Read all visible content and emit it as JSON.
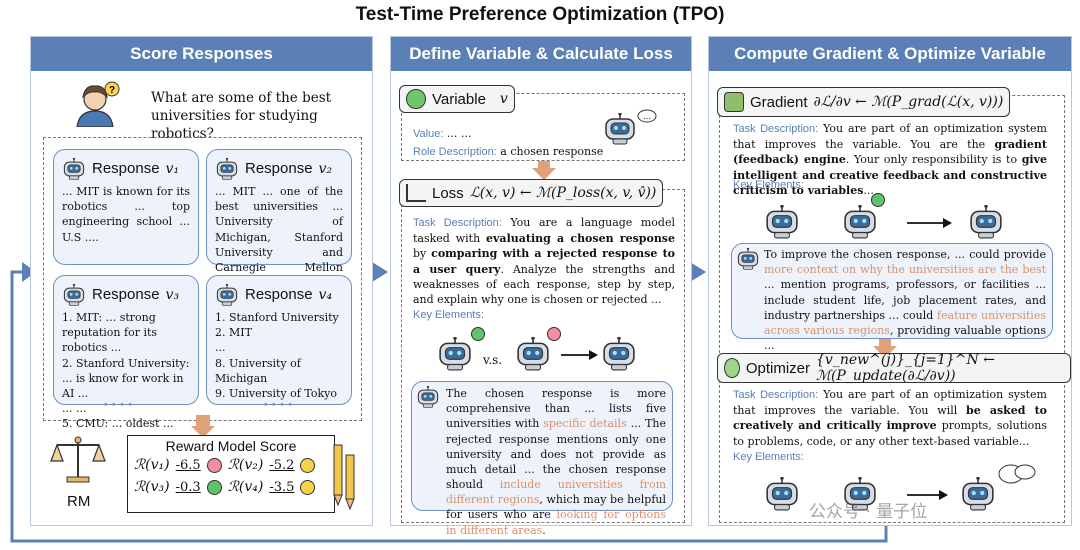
{
  "title": "Test-Time Preference Optimization (TPO)",
  "col1": {
    "header": "Score Responses",
    "question": "What are some of the best universities for studying robotics?",
    "responses": [
      {
        "label": "Response",
        "var": "v₁",
        "text": "... MIT is known for its robotics ... top engineering school ... U.S ...."
      },
      {
        "label": "Response",
        "var": "v₂",
        "text": "... MIT ... one of the best universities ... University of Michigan, Stanford University and Carnegie Mellon University."
      },
      {
        "label": "Response",
        "var": "v₃",
        "text": "1. MIT: ... strong reputation for its robotics ...\n2. Stanford University: ... is know for work in AI ...\n... ...\n5. CMU: ... oldest ..."
      },
      {
        "label": "Response",
        "var": "v₄",
        "text": "1. Stanford University\n2. MIT\n...\n8. University of Michigan\n9. University of Tokyo"
      }
    ],
    "ellipsis": "• • • •",
    "rm_label": "RM",
    "score_title": "Reward Model Score",
    "scores": [
      {
        "var": "ℛ(v₁)",
        "value": "-6.5",
        "face": "sad"
      },
      {
        "var": "ℛ(v₂)",
        "value": "-5.2",
        "face": "neutral"
      },
      {
        "var": "ℛ(v₃)",
        "value": "-0.3",
        "face": "happy"
      },
      {
        "var": "ℛ(v₄)",
        "value": "-3.5",
        "face": "neutral"
      }
    ]
  },
  "col2": {
    "header": "Define Variable & Calculate Loss",
    "variable": {
      "label": "Variable",
      "var": "v",
      "value_label": "Value:",
      "value": "... ...",
      "role_label": "Role Description:",
      "role": "a chosen response"
    },
    "loss": {
      "label": "Loss",
      "formula": "ℒ(x, v) ← ℳ(P_loss(x, v, v̂))",
      "task_label": "Task Description:",
      "task_pre": "You are a language model tasked with ",
      "task_b1": "evaluating a chosen response",
      "task_mid1": " by ",
      "task_b2": "comparing with a rejected response to a user query",
      "task_post": ". Analyze the strengths and weaknesses of each response, step by step, and explain why one is chosen or rejected ...",
      "key_label": "Key Elements:",
      "vs": "v.s.",
      "out_1": "The chosen response is more comprehensive than ... lists five universities with ",
      "out_hl1": "specific details",
      "out_2": " ... The rejected response mentions only one university and does not provide as much detail ... the chosen response should ",
      "out_hl2": "include universities from different regions",
      "out_3": ", which may be helpful for users who are ",
      "out_hl3": "looking for options in different areas",
      "out_4": "."
    }
  },
  "col3": {
    "header": "Compute Gradient & Optimize Variable",
    "gradient": {
      "label": "Gradient",
      "formula": "∂ℒ/∂v ← ℳ(P_grad(ℒ(x, v)))",
      "task_label": "Task Description:",
      "task_pre": "You are part of an optimization system that improves the variable. You are the ",
      "task_b1": "gradient (feedback) engine",
      "task_mid": ". Your only responsibility is to ",
      "task_b2": "give intelligent and creative feedback and constructive criticism to variables",
      "task_post": "...",
      "key_label": "Key Elements:",
      "out_1": "To improve the chosen response, ... could provide ",
      "out_hl1": "more context on why the universities are the best",
      "out_2": " ... mention programs, professors, or facilities ... include student life, job placement rates, and industry partnerships ... could ",
      "out_hl2": "feature universities across various regions",
      "out_3": ", providing valuable options ..."
    },
    "optimizer": {
      "label": "Optimizer",
      "formula": "{v_new^(j)}_{j=1}^N ← ℳ(P_update(∂ℒ/∂v))",
      "task_label": "Task Description:",
      "task_pre": "You are part of an optimization system that improves the variable. You will ",
      "task_b1": "be asked to creatively and critically improve",
      "task_post": " prompts, solutions to problems, code, or any other text-based variable...",
      "key_label": "Key Elements:"
    },
    "watermark": "公众号 · 量子位"
  },
  "colors": {
    "accent": "#5a80b5",
    "highlight": "#d9906a",
    "card_bg": "#eef3fb"
  }
}
